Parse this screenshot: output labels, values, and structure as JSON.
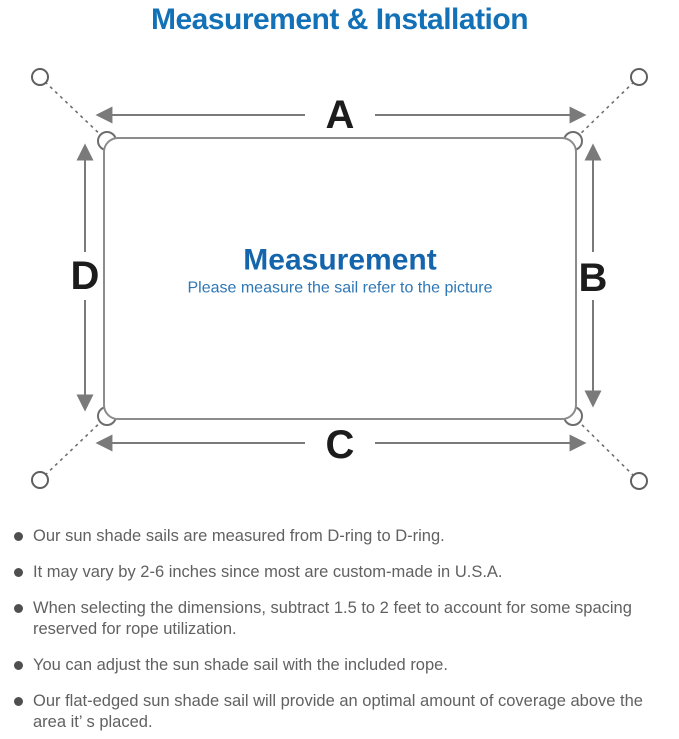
{
  "title": "Measurement & Installation",
  "diagram": {
    "labels": {
      "top": "A",
      "right": "B",
      "bottom": "C",
      "left": "D"
    },
    "center_heading": "Measurement",
    "center_subtitle": "Please measure the sail refer to the picture"
  },
  "notes": [
    "Our sun shade sails are measured from D-ring to D-ring.",
    "It may vary by 2-6 inches since most are custom-made in U.S.A.",
    "When selecting the dimensions, subtract 1.5 to 2 feet to account for some spacing reserved for rope utilization.",
    "You can adjust the sun shade sail with the included rope.",
    "Our flat-edged sun shade sail will provide an optimal amount of coverage above the area it’ s placed."
  ],
  "colors": {
    "title_blue": "#1371b8",
    "center_heading_blue": "#1565ad",
    "center_subtitle_blue": "#2e77b5",
    "sail_outline_gray": "#8c8c8c",
    "arrow_gray": "#7a7a7a",
    "label_black": "#1c1c1c",
    "note_text_gray": "#616161"
  }
}
